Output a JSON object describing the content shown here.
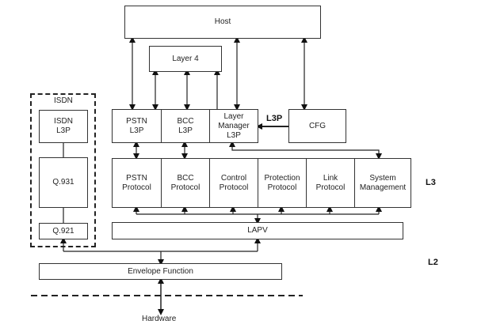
{
  "diagram": {
    "host": "Host",
    "layer4": "Layer 4",
    "isdn_group": "ISDN",
    "isdn_l3p": "ISDN\nL3P",
    "q931": "Q.931",
    "q921": "Q.921",
    "l3p_row": [
      {
        "id": "pstn-l3p",
        "label": "PSTN\nL3P"
      },
      {
        "id": "bcc-l3p",
        "label": "BCC\nL3P"
      },
      {
        "id": "layer-manager-l3p",
        "label": "Layer\nManager\nL3P"
      }
    ],
    "cfg": "CFG",
    "cfg_arrow_label": "L3P",
    "protocol_row": [
      {
        "id": "pstn-protocol",
        "label": "PSTN\nProtocol"
      },
      {
        "id": "bcc-protocol",
        "label": "BCC\nProtocol"
      },
      {
        "id": "control-protocol",
        "label": "Control\nProtocol"
      },
      {
        "id": "protection-protocol",
        "label": "Protection\nProtocol"
      },
      {
        "id": "link-protocol",
        "label": "Link\nProtocol"
      },
      {
        "id": "system-management",
        "label": "System\nManagement"
      }
    ],
    "lapv": "LAPV",
    "envelope": "Envelope Function",
    "hardware": "Hardware",
    "layer_labels": {
      "l3": "L3",
      "l2": "L2"
    }
  }
}
